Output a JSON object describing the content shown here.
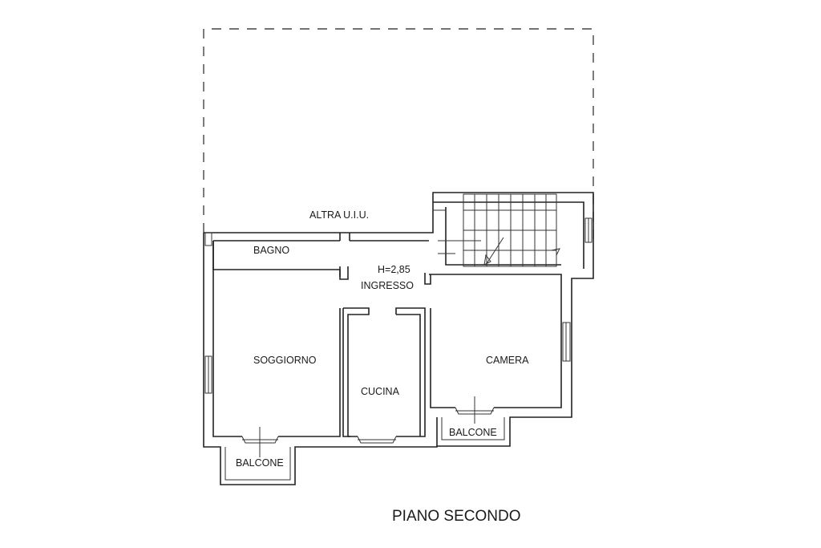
{
  "floor_title": "PIANO SECONDO",
  "rooms": {
    "altra_uiu": "ALTRA U.I.U.",
    "bagno": "BAGNO",
    "height": "H=2,85",
    "ingresso": "INGRESSO",
    "soggiorno": "SOGGIORNO",
    "cucina": "CUCINA",
    "camera": "CAMERA",
    "balcone_left": "BALCONE",
    "balcone_right": "BALCONE"
  }
}
